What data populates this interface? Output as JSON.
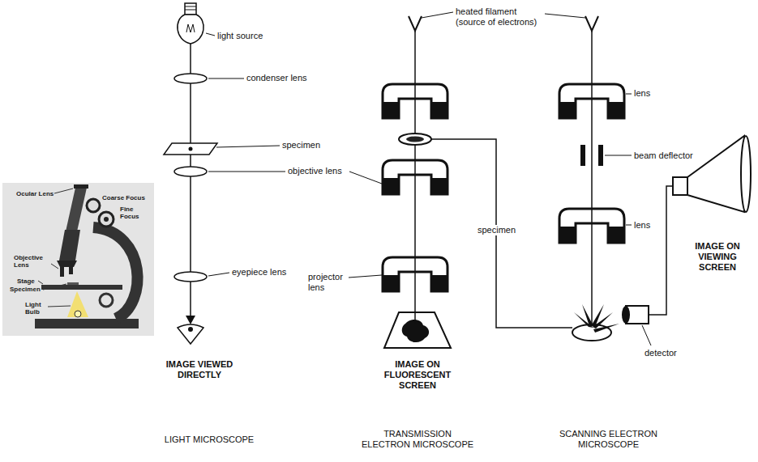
{
  "diagram": {
    "nodes": [
      {
        "text": [
          "Ocular Lens",
          "Coarse Focus",
          "Fine Focus",
          "Objective Lens",
          "Stage",
          "Specimen",
          "Light Bulb"
        ]
      }
    ],
    "labels": [
      "light source",
      "heated filament (source of electrons)",
      "lens",
      "condenser lens",
      "specimen",
      "beam deflector",
      "objective lens",
      "specimen",
      "lens",
      "IMAGE ON VIEWING SCREEN",
      "eyepiece lens",
      "projector lens",
      "detector",
      "IMAGE VIEWED DIRECTLY",
      "IMAGE ON FLUORESCENT SCREEN",
      "LIGHT MICROSCOPE",
      "TRANSMISSION ELECTRON MICROSCOPE",
      "SCANNING ELECTRON MICROSCOPE"
    ]
  }
}
